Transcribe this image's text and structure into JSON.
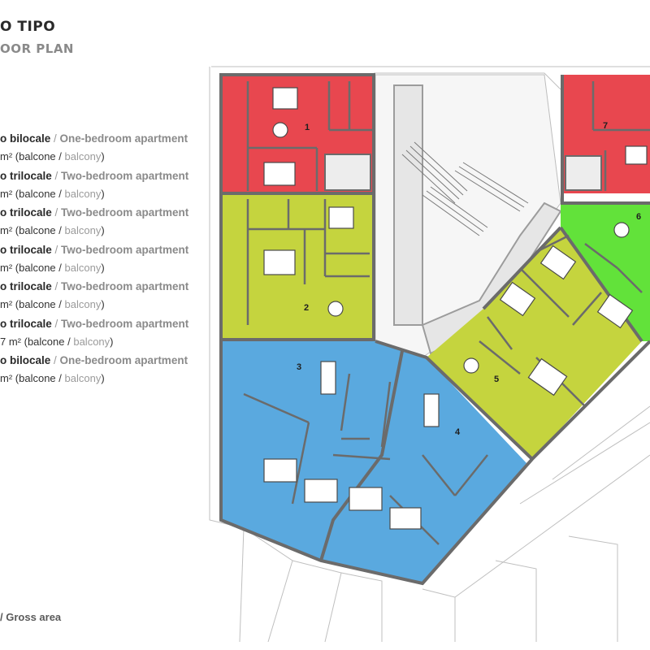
{
  "header": {
    "title": "O TIPO",
    "subtitle": "OOR PLAN"
  },
  "legend": [
    {
      "type_it": "o bilocale",
      "type_en": "One-bedroom apartment",
      "area_prefix": "m²",
      "balcone": "balcone",
      "balcony": "balcony"
    },
    {
      "type_it": "o trilocale",
      "type_en": "Two-bedroom apartment",
      "area_prefix": "m²",
      "balcone": "balcone",
      "balcony": "balcony"
    },
    {
      "type_it": "o trilocale",
      "type_en": "Two-bedroom apartment",
      "area_prefix": "m²",
      "balcone": "balcone",
      "balcony": "balcony"
    },
    {
      "type_it": "o trilocale",
      "type_en": "Two-bedroom apartment",
      "area_prefix": "m²",
      "balcone": "balcone",
      "balcony": "balcony"
    },
    {
      "type_it": "o trilocale",
      "type_en": "Two-bedroom apartment",
      "area_prefix": "m²",
      "balcone": "balcone",
      "balcony": "balcony"
    },
    {
      "type_it": "o trilocale",
      "type_en": "Two-bedroom apartment",
      "area_prefix": "7 m²",
      "balcone": "balcone",
      "balcony": "balcony"
    },
    {
      "type_it": "o bilocale",
      "type_en": "One-bedroom apartment",
      "area_prefix": "m²",
      "balcone": "balcone",
      "balcony": "balcony"
    }
  ],
  "footer": {
    "text": "/ Gross area"
  },
  "plan": {
    "apartments": [
      {
        "number": "1",
        "color": "#e8474f"
      },
      {
        "number": "2",
        "color": "#c5d43e"
      },
      {
        "number": "3",
        "color": "#5aa9df"
      },
      {
        "number": "4",
        "color": "#5aa9df"
      },
      {
        "number": "5",
        "color": "#c5d43e"
      },
      {
        "number": "6",
        "color": "#62e23a"
      },
      {
        "number": "7",
        "color": "#e8474f"
      }
    ],
    "wall_color": "#6b6b6b"
  }
}
